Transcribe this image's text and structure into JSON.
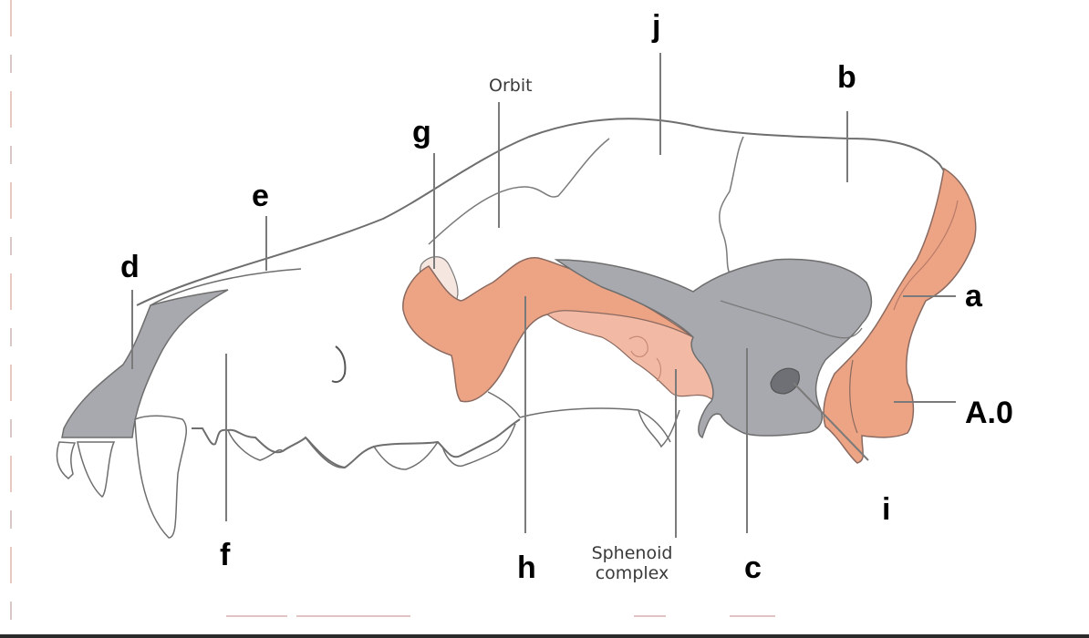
{
  "diagram": {
    "subject": "Lateral view of canine skull with labeled bones",
    "colors": {
      "background": "#ffffff",
      "outline": "#6e6e6e",
      "bone_orange": "#eda485",
      "bone_orange_light": "#f2b9a4",
      "bone_grey": "#a8a9ae",
      "leader_line": "#7a7a7a",
      "label_text": "#000000"
    },
    "labels": {
      "a": "a",
      "b": "b",
      "c": "c",
      "d": "d",
      "e": "e",
      "f": "f",
      "g": "g",
      "h": "h",
      "i": "i",
      "j": "j",
      "a0": "A.0"
    },
    "original_labels": {
      "orbit": "Orbit",
      "sphenoid_line1": "Sphenoid",
      "sphenoid_line2": "complex"
    }
  }
}
